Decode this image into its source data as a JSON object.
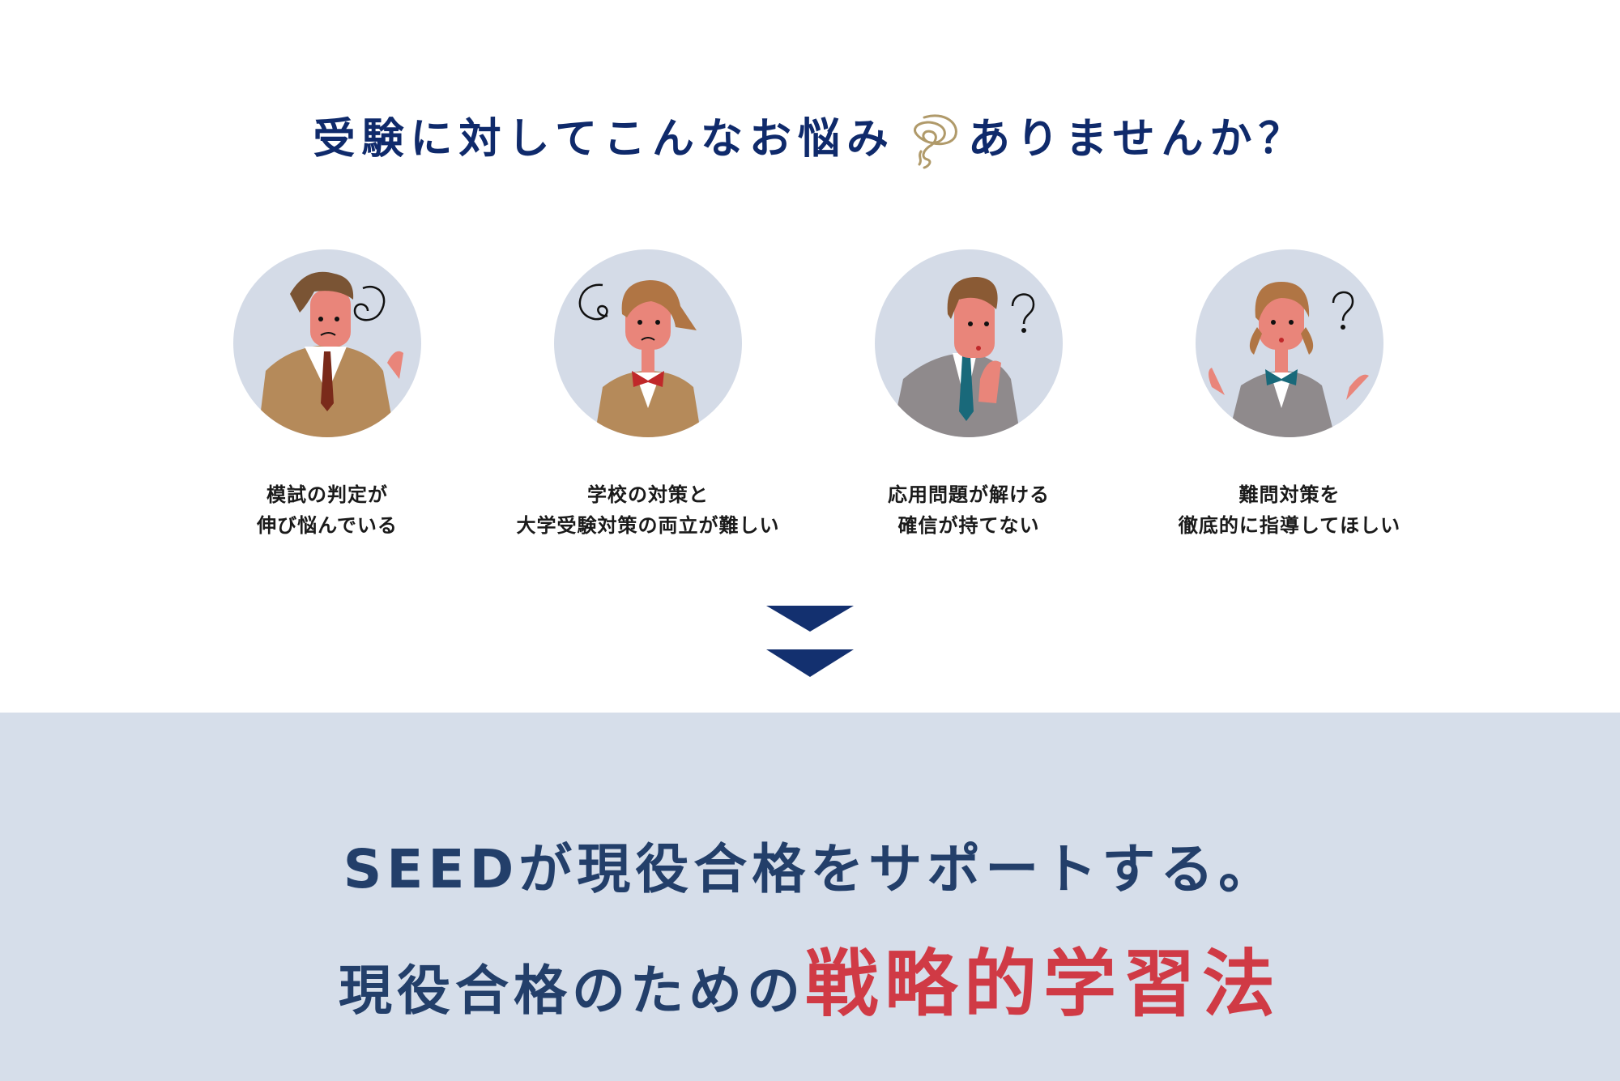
{
  "header": {
    "title_part1": "受験に対してこんなお悩み",
    "title_part2": "ありませんか？",
    "swirl_icon": "worry-swirl-icon"
  },
  "concerns": [
    {
      "line1": "模試の判定が",
      "line2": "伸び悩んでいる",
      "illustration": "male-student-worried-beige-blazer"
    },
    {
      "line1": "学校の対策と",
      "line2": "大学受験対策の両立が難しい",
      "illustration": "female-student-worried-beige-blazer"
    },
    {
      "line1": "応用問題が解ける",
      "line2": "確信が持てない",
      "illustration": "male-student-thinking-gray-blazer"
    },
    {
      "line1": "難問対策を",
      "line2": "徹底的に指導してほしい",
      "illustration": "female-student-questioning-gray-blazer"
    }
  ],
  "arrow_icon": "double-chevron-down-icon",
  "solution": {
    "line1": "SEEDが現役合格をサポートする。",
    "line2_prefix": "現役合格のための",
    "line2_accent": "戦略的学習法"
  },
  "colors": {
    "headline": "#0f2a6b",
    "solution_text": "#233f6a",
    "accent_red": "#d03a45",
    "section_bg": "#d6deea",
    "circle_bg": "#d4dbe7",
    "swirl": "#b09a6a"
  }
}
